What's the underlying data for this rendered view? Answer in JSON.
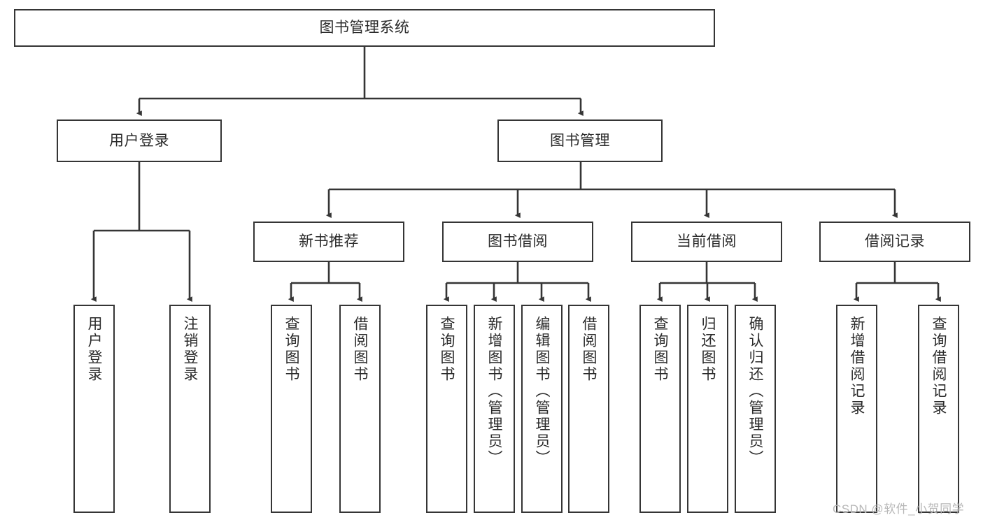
{
  "diagram": {
    "type": "tree",
    "orientation": "top-down",
    "root": {
      "label": "图书管理系统"
    },
    "level2": [
      {
        "label": "用户登录"
      },
      {
        "label": "图书管理"
      }
    ],
    "level3": [
      {
        "label": "新书推荐"
      },
      {
        "label": "图书借阅"
      },
      {
        "label": "当前借阅"
      },
      {
        "label": "借阅记录"
      }
    ],
    "leaves": {
      "user_login": [
        {
          "label": "用户登录"
        },
        {
          "label": "注销登录"
        }
      ],
      "new_book_recommend": [
        {
          "label": "查询图书"
        },
        {
          "label": "借阅图书"
        }
      ],
      "book_borrow": [
        {
          "label": "查询图书"
        },
        {
          "label": "新增图书（管理员）"
        },
        {
          "label": "编辑图书（管理员）"
        },
        {
          "label": "借阅图书"
        }
      ],
      "current_borrow": [
        {
          "label": "查询图书"
        },
        {
          "label": "归还图书"
        },
        {
          "label": "确认归还（管理员）"
        }
      ],
      "borrow_record": [
        {
          "label": "新增借阅记录"
        },
        {
          "label": "查询借阅记录"
        }
      ]
    }
  },
  "watermark": {
    "text": "CSDN @软件_小贺同学"
  },
  "colors": {
    "box_border": "#353535",
    "box_fill": "#ffffff",
    "text": "#2b2b2b",
    "connector": "#353535",
    "watermark": "#b8b8b8",
    "background": "#ffffff"
  }
}
